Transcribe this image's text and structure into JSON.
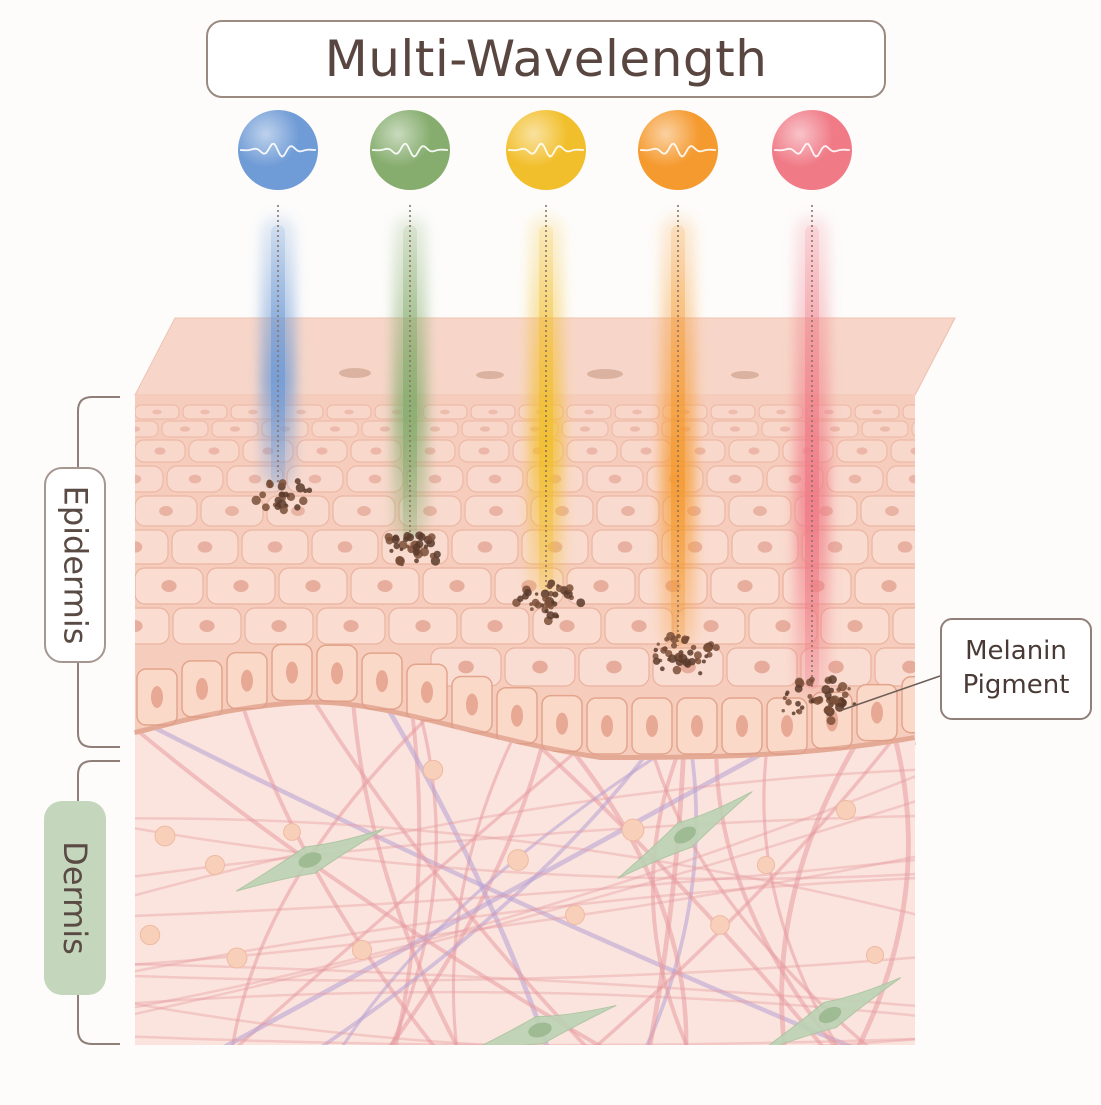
{
  "title": "Multi-Wavelength",
  "layers": {
    "epidermis": "Epidermis",
    "dermis": "Dermis"
  },
  "melanin_label": {
    "line1": "Melanin",
    "line2": "Pigment"
  },
  "wavelengths": [
    {
      "name": "blue-light",
      "color": "#6f9bd6",
      "depth": 0.18
    },
    {
      "name": "green-light",
      "color": "#86ad6e",
      "depth": 0.38
    },
    {
      "name": "yellow-light",
      "color": "#f2bf2c",
      "depth": 0.58
    },
    {
      "name": "orange-light",
      "color": "#f59a2f",
      "depth": 0.78
    },
    {
      "name": "red-light",
      "color": "#f07a86",
      "depth": 0.94
    }
  ],
  "colors": {
    "skin_top": "#f7d4c6",
    "epidermis": "#f6cbbb",
    "basal": "#f2b79f",
    "dermis": "#fae3dc",
    "fiber_pink": "#e79aa0",
    "fiber_purple": "#b7a0d3",
    "melanin": "#5a3a2a",
    "fibroblast": "#bcd3b4"
  }
}
